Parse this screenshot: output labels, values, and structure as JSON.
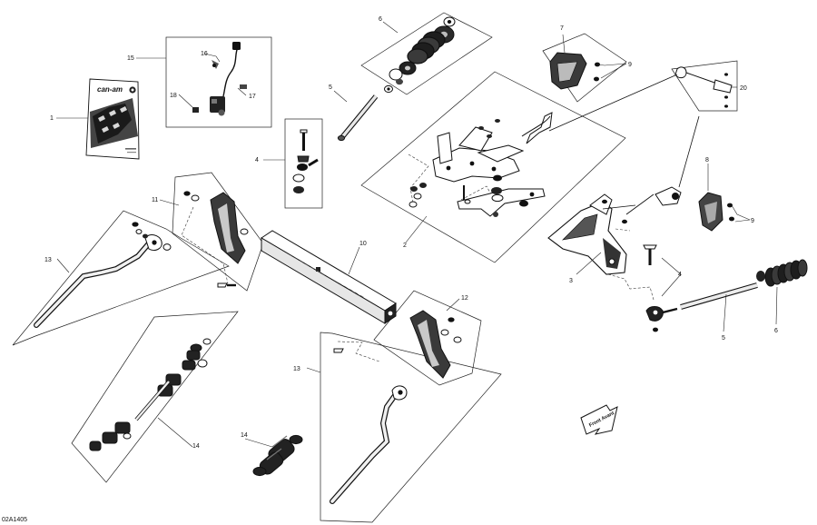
{
  "reference_code": "02A1405",
  "manual_cover": {
    "brand": "can-am"
  },
  "front_marker": "Front Avant",
  "callouts": [
    {
      "id": "c1",
      "label": "1"
    },
    {
      "id": "c2",
      "label": "2"
    },
    {
      "id": "c3",
      "label": "3"
    },
    {
      "id": "c4a",
      "label": "4"
    },
    {
      "id": "c4b",
      "label": "4"
    },
    {
      "id": "c5a",
      "label": "5"
    },
    {
      "id": "c5b",
      "label": "5"
    },
    {
      "id": "c6a",
      "label": "6"
    },
    {
      "id": "c6b",
      "label": "6"
    },
    {
      "id": "c7",
      "label": "7"
    },
    {
      "id": "c8",
      "label": "8"
    },
    {
      "id": "c9a",
      "label": "9"
    },
    {
      "id": "c9b",
      "label": "9"
    },
    {
      "id": "c10",
      "label": "10"
    },
    {
      "id": "c11",
      "label": "11"
    },
    {
      "id": "c12",
      "label": "12"
    },
    {
      "id": "c13a",
      "label": "13"
    },
    {
      "id": "c13b",
      "label": "13"
    },
    {
      "id": "c14a",
      "label": "14"
    },
    {
      "id": "c14b",
      "label": "14"
    },
    {
      "id": "c15",
      "label": "15"
    },
    {
      "id": "c16",
      "label": "16"
    },
    {
      "id": "c17",
      "label": "17"
    },
    {
      "id": "c18",
      "label": "18"
    },
    {
      "id": "c20",
      "label": "20"
    }
  ]
}
